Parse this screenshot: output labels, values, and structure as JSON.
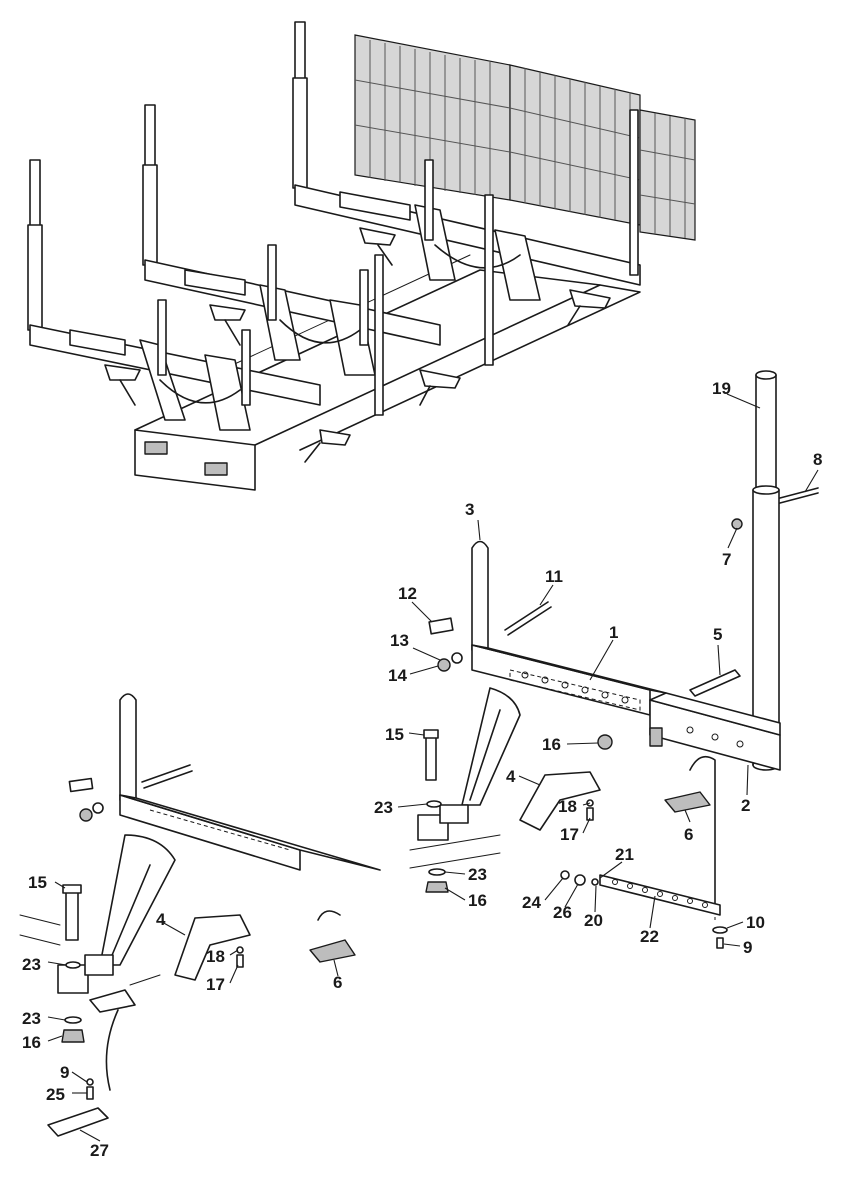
{
  "colors": {
    "line": "#1a1a1a",
    "background": "#ffffff",
    "shade": "#bdbdbd",
    "grate": "#d6d6d6"
  },
  "callouts": [
    {
      "id": "c19",
      "text": "19"
    },
    {
      "id": "c8",
      "text": "8"
    },
    {
      "id": "c7",
      "text": "7"
    },
    {
      "id": "c3",
      "text": "3"
    },
    {
      "id": "c11",
      "text": "11"
    },
    {
      "id": "c12",
      "text": "12"
    },
    {
      "id": "c1",
      "text": "1"
    },
    {
      "id": "c5",
      "text": "5"
    },
    {
      "id": "c13",
      "text": "13"
    },
    {
      "id": "c14",
      "text": "14"
    },
    {
      "id": "c15a",
      "text": "15"
    },
    {
      "id": "c16a",
      "text": "16"
    },
    {
      "id": "c2",
      "text": "2"
    },
    {
      "id": "c4a",
      "text": "4"
    },
    {
      "id": "c18a",
      "text": "18"
    },
    {
      "id": "c23a",
      "text": "23"
    },
    {
      "id": "c17a",
      "text": "17"
    },
    {
      "id": "c6a",
      "text": "6"
    },
    {
      "id": "c23b",
      "text": "23"
    },
    {
      "id": "c16b",
      "text": "16"
    },
    {
      "id": "c21",
      "text": "21"
    },
    {
      "id": "c24",
      "text": "24"
    },
    {
      "id": "c26",
      "text": "26"
    },
    {
      "id": "c20",
      "text": "20"
    },
    {
      "id": "c10",
      "text": "10"
    },
    {
      "id": "c22",
      "text": "22"
    },
    {
      "id": "c9a",
      "text": "9"
    },
    {
      "id": "c15b",
      "text": "15"
    },
    {
      "id": "c4b",
      "text": "4"
    },
    {
      "id": "c18b",
      "text": "18"
    },
    {
      "id": "c23c",
      "text": "23"
    },
    {
      "id": "c17b",
      "text": "17"
    },
    {
      "id": "c6b",
      "text": "6"
    },
    {
      "id": "c23d",
      "text": "23"
    },
    {
      "id": "c16c",
      "text": "16"
    },
    {
      "id": "c9b",
      "text": "9"
    },
    {
      "id": "c25",
      "text": "25"
    },
    {
      "id": "c27",
      "text": "27"
    }
  ]
}
